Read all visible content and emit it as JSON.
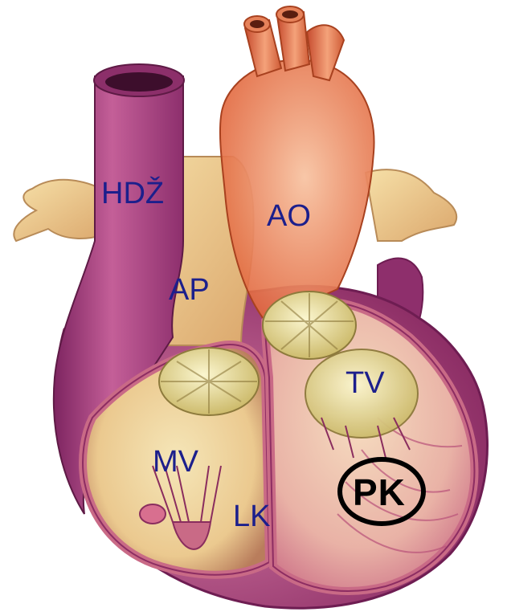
{
  "labels": {
    "svc": "HDŽ",
    "aorta": "AO",
    "pulm_artery": "AP",
    "mitral_valve": "MV",
    "tricuspid_valve": "TV",
    "left_ventricle": "LK",
    "right_ventricle": "PK"
  },
  "colors": {
    "label_text": "#1c1f8c",
    "highlight_ring": "#000000",
    "vena_cava": "#b04a8a",
    "aorta": "#e8764a",
    "pulmonary": "#e8c98a",
    "valve": "#efe6a8",
    "myocardium": "#c9567f",
    "chamber_interior": "#f1d9a2"
  }
}
